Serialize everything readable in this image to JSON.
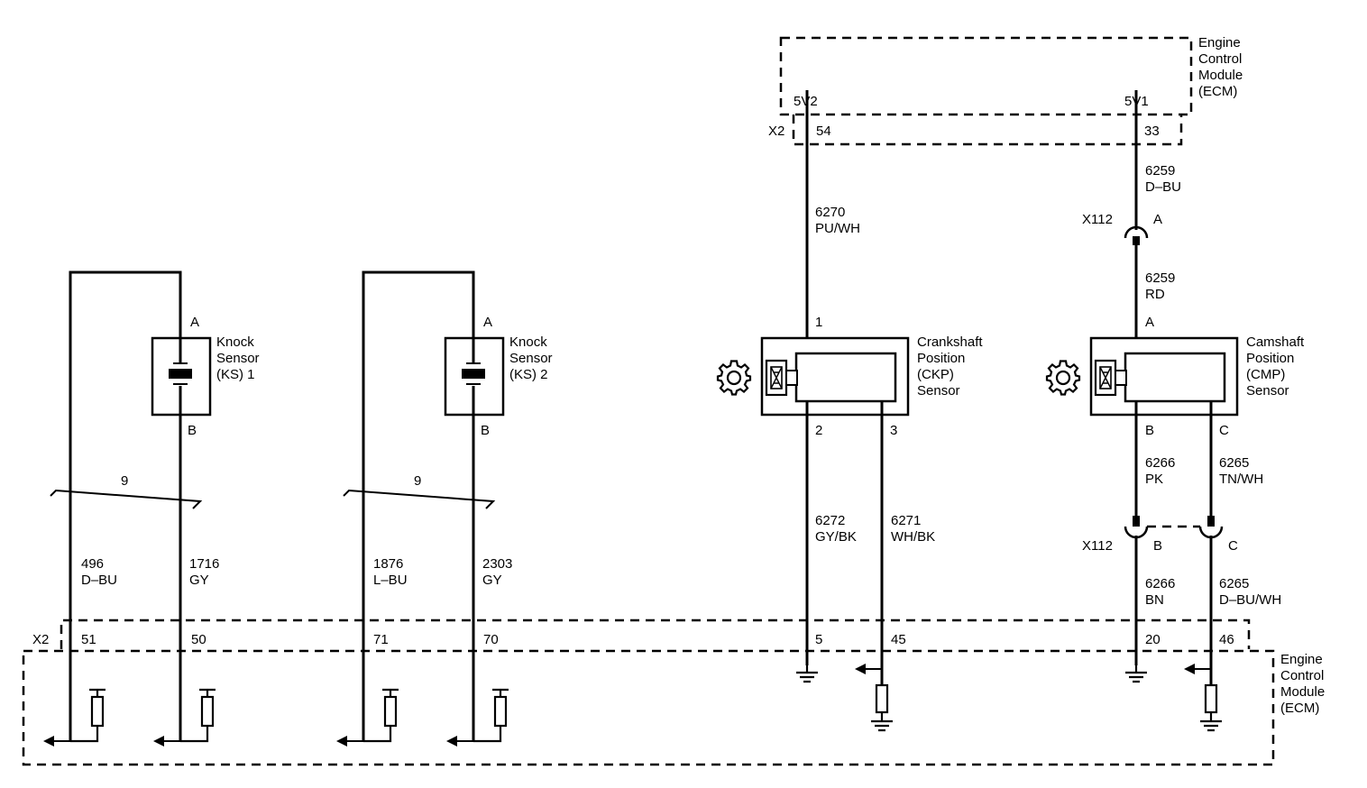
{
  "ecm_top": {
    "lines": [
      "Engine",
      "Control",
      "Module",
      "(ECM)"
    ]
  },
  "ecm_bottom": {
    "lines": [
      "Engine",
      "Control",
      "Module",
      "(ECM)"
    ]
  },
  "connectors": {
    "x2_top": "X2",
    "x2_bottom": "X2",
    "x112_upper": "X112",
    "x112_lower": "X112"
  },
  "ecm_pins_top": {
    "ckp_ref": "5V2",
    "cmp_ref": "5V1",
    "pin_54": "54",
    "pin_33": "33"
  },
  "ecm_pins_bottom": [
    "51",
    "50",
    "71",
    "70",
    "5",
    "45",
    "20",
    "46"
  ],
  "knock_sensor_1": {
    "lines": [
      "Knock",
      "Sensor",
      "(KS) 1"
    ],
    "pin_a": "A",
    "pin_b": "B",
    "twist": "9"
  },
  "knock_sensor_2": {
    "lines": [
      "Knock",
      "Sensor",
      "(KS) 2"
    ],
    "pin_a": "A",
    "pin_b": "B",
    "twist": "9"
  },
  "ckp_sensor": {
    "lines": [
      "Crankshaft",
      "Position",
      "(CKP)",
      "Sensor"
    ],
    "pin_1": "1",
    "pin_2": "2",
    "pin_3": "3"
  },
  "cmp_sensor": {
    "lines": [
      "Camshaft",
      "Position",
      "(CMP)",
      "Sensor"
    ],
    "pin_a": "A",
    "pin_b": "B",
    "pin_c": "C"
  },
  "x112_pins": {
    "a": "A",
    "b": "B",
    "c": "C"
  },
  "wires": {
    "w496": [
      "496",
      "D–BU"
    ],
    "w1716": [
      "1716",
      "GY"
    ],
    "w1876": [
      "1876",
      "L–BU"
    ],
    "w2303": [
      "2303",
      "GY"
    ],
    "w6270": [
      "6270",
      "PU/WH"
    ],
    "w6272": [
      "6272",
      "GY/BK"
    ],
    "w6271": [
      "6271",
      "WH/BK"
    ],
    "w6259_dbu": [
      "6259",
      "D–BU"
    ],
    "w6259_rd": [
      "6259",
      "RD"
    ],
    "w6266_pk": [
      "6266",
      "PK"
    ],
    "w6265_tnwh": [
      "6265",
      "TN/WH"
    ],
    "w6266_bn": [
      "6266",
      "BN"
    ],
    "w6265_dbuwh": [
      "6265",
      "D–BU/WH"
    ]
  }
}
